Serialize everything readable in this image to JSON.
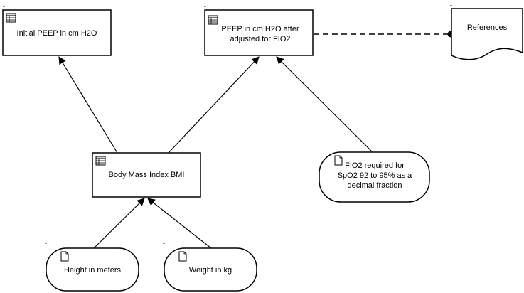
{
  "colors": {
    "stroke": "#000000",
    "fill": "#ffffff",
    "table_icon_header": "#d9d9d9"
  },
  "nodes": {
    "initial_peep": {
      "label": "Initial PEEP in cm H2O",
      "shape": "decision-box",
      "icon": "table-icon",
      "marker": "-"
    },
    "peep_adjusted": {
      "label_line1": "PEEP in cm H2O after",
      "label_line2": "adjusted for FIO2",
      "shape": "decision-box",
      "icon": "table-icon",
      "marker": "-"
    },
    "references": {
      "label": "References",
      "shape": "document",
      "marker": "-"
    },
    "bmi": {
      "label": "Body Mass Index BMI",
      "shape": "decision-box",
      "icon": "table-icon",
      "marker": "-"
    },
    "fio2": {
      "label_line1": "FIO2 required for",
      "label_line2": "SpO2 92 to 95% as a",
      "label_line3": "decimal fraction",
      "shape": "input-data",
      "icon": "document-icon",
      "marker": "-"
    },
    "height": {
      "label": "Height in meters",
      "shape": "input-data",
      "icon": "document-icon",
      "marker": "-"
    },
    "weight": {
      "label": "Weight in kg",
      "shape": "input-data",
      "icon": "document-icon",
      "marker": "-"
    }
  },
  "edges": [
    {
      "from": "bmi",
      "to": "initial_peep",
      "style": "solid-arrow"
    },
    {
      "from": "bmi",
      "to": "peep_adjusted",
      "style": "solid-arrow"
    },
    {
      "from": "fio2",
      "to": "peep_adjusted",
      "style": "solid-arrow"
    },
    {
      "from": "height",
      "to": "bmi",
      "style": "solid-arrow"
    },
    {
      "from": "weight",
      "to": "bmi",
      "style": "solid-arrow"
    },
    {
      "from": "peep_adjusted",
      "to": "references",
      "style": "dashed-dot"
    }
  ]
}
